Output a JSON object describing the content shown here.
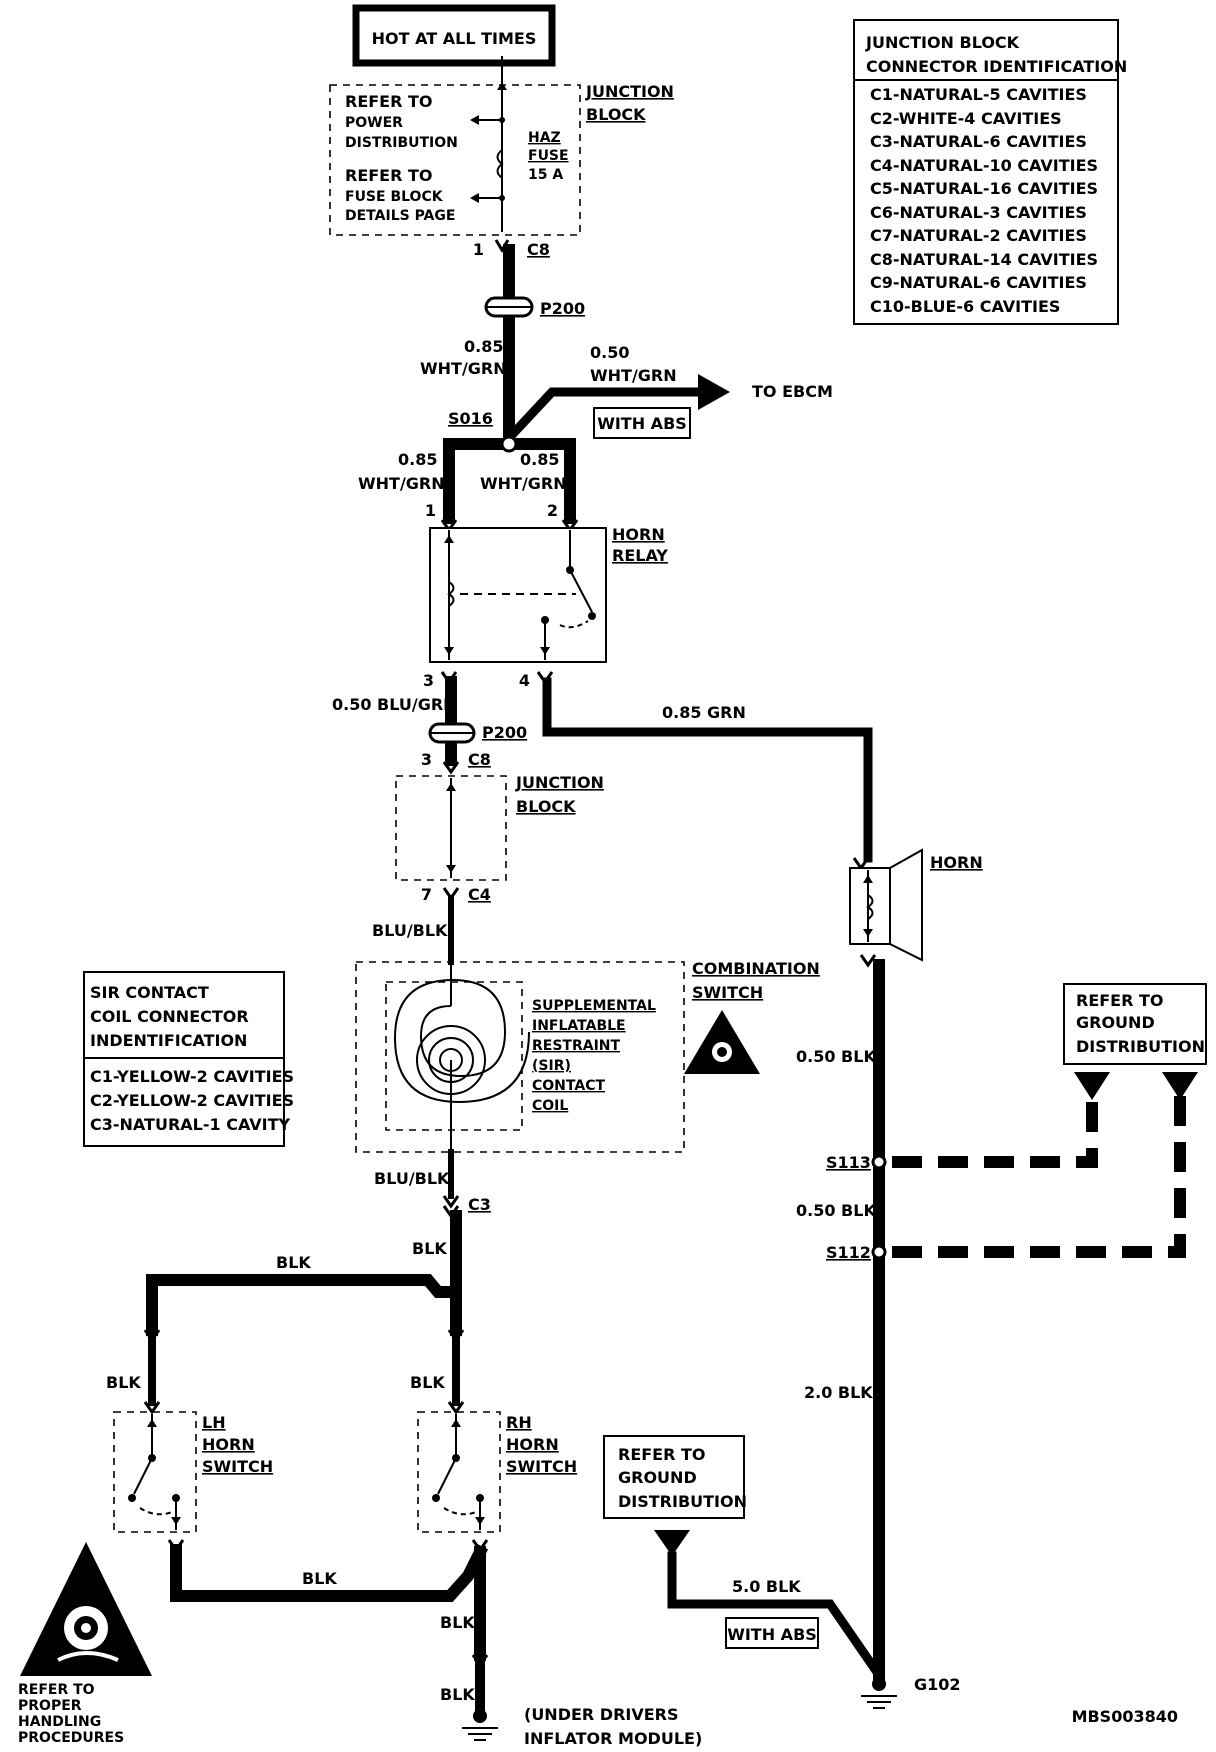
{
  "hot_box": "HOT AT ALL TIMES",
  "junction_block_top": {
    "title": [
      "JUNCTION",
      "BLOCK"
    ],
    "refer_power": [
      "REFER TO",
      "POWER",
      "DISTRIBUTION"
    ],
    "refer_fuse": [
      "REFER TO",
      "FUSE BLOCK",
      "DETAILS PAGE"
    ],
    "fuse": [
      "HAZ",
      "FUSE",
      "15 A"
    ],
    "pin": "1",
    "connector": "C8"
  },
  "connector_legend": {
    "title": [
      "JUNCTION BLOCK",
      "CONNECTOR IDENTIFICATION"
    ],
    "items": [
      "C1-NATURAL-5 CAVITIES",
      "C2-WHITE-4 CAVITIES",
      "C3-NATURAL-6 CAVITIES",
      "C4-NATURAL-10 CAVITIES",
      "C5-NATURAL-16 CAVITIES",
      "C6-NATURAL-3 CAVITIES",
      "C7-NATURAL-2 CAVITIES",
      "C8-NATURAL-14 CAVITIES",
      "C9-NATURAL-6 CAVITIES",
      "C10-BLUE-6 CAVITIES"
    ]
  },
  "p200_top": "P200",
  "wire_085_whtgrn": [
    "0.85",
    "WHT/GRN"
  ],
  "wire_050_whtgrn": [
    "0.50",
    "WHT/GRN"
  ],
  "to_ebcm": "TO EBCM",
  "with_abs_top": "WITH ABS",
  "splice_s016": "S016",
  "wire_left_relay": [
    "0.85",
    "WHT/GRN"
  ],
  "wire_right_relay": [
    "0.85",
    "WHT/GRN"
  ],
  "horn_relay": {
    "title": [
      "HORN",
      "RELAY"
    ],
    "pins": [
      "1",
      "2",
      "3",
      "4"
    ]
  },
  "wire_050_blugrn": "0.50 BLU/GRN",
  "wire_085_grn": "0.85 GRN",
  "p200_mid": "P200",
  "junction_block_mid": {
    "title": [
      "JUNCTION",
      "BLOCK"
    ],
    "pin_top": "3",
    "conn_top": "C8",
    "pin_bottom": "7",
    "conn_bottom": "C4"
  },
  "horn": "HORN",
  "wire_blublk_1": "BLU/BLK",
  "combination_switch": [
    "COMBINATION",
    "SWITCH"
  ],
  "sir_coil": [
    "SUPPLEMENTAL",
    "INFLATABLE",
    "RESTRAINT",
    "(SIR)",
    "CONTACT",
    "COIL"
  ],
  "sir_legend": {
    "title": [
      "SIR CONTACT",
      "COIL CONNECTOR",
      "INDENTIFICATION"
    ],
    "items": [
      "C1-YELLOW-2 CAVITIES",
      "C2-YELLOW-2 CAVITIES",
      "C3-NATURAL-1 CAVITY"
    ]
  },
  "refer_ground_right": [
    "REFER TO",
    "GROUND",
    "DISTRIBUTION"
  ],
  "wire_050_blk_1": "0.50 BLK",
  "splice_s113": "S113",
  "wire_050_blk_2": "0.50 BLK",
  "splice_s112": "S112",
  "wire_blublk_2": "BLU/BLK",
  "conn_c3": "C3",
  "wire_blk_center": "BLK",
  "wire_blk_top_left": "BLK",
  "wire_blk_lh": "BLK",
  "wire_blk_rh": "BLK",
  "lh_switch": [
    "LH",
    "HORN",
    "SWITCH"
  ],
  "rh_switch": [
    "RH",
    "HORN",
    "SWITCH"
  ],
  "wire_20_blk": "2.0 BLK",
  "refer_ground_bottom": [
    "REFER TO",
    "GROUND",
    "DISTRIBUTION"
  ],
  "wire_blk_bottom": "BLK",
  "wire_blk_down1": "BLK",
  "wire_blk_down2": "BLK",
  "wire_50_blk": "5.0 BLK",
  "with_abs_bottom": "WITH ABS",
  "ground_g102": "G102",
  "under_drivers": [
    "(UNDER DRIVERS",
    "INFLATOR MODULE)"
  ],
  "warning_text": [
    "REFER TO",
    "PROPER",
    "HANDLING",
    "PROCEDURES"
  ],
  "doc_id": "MBS003840"
}
